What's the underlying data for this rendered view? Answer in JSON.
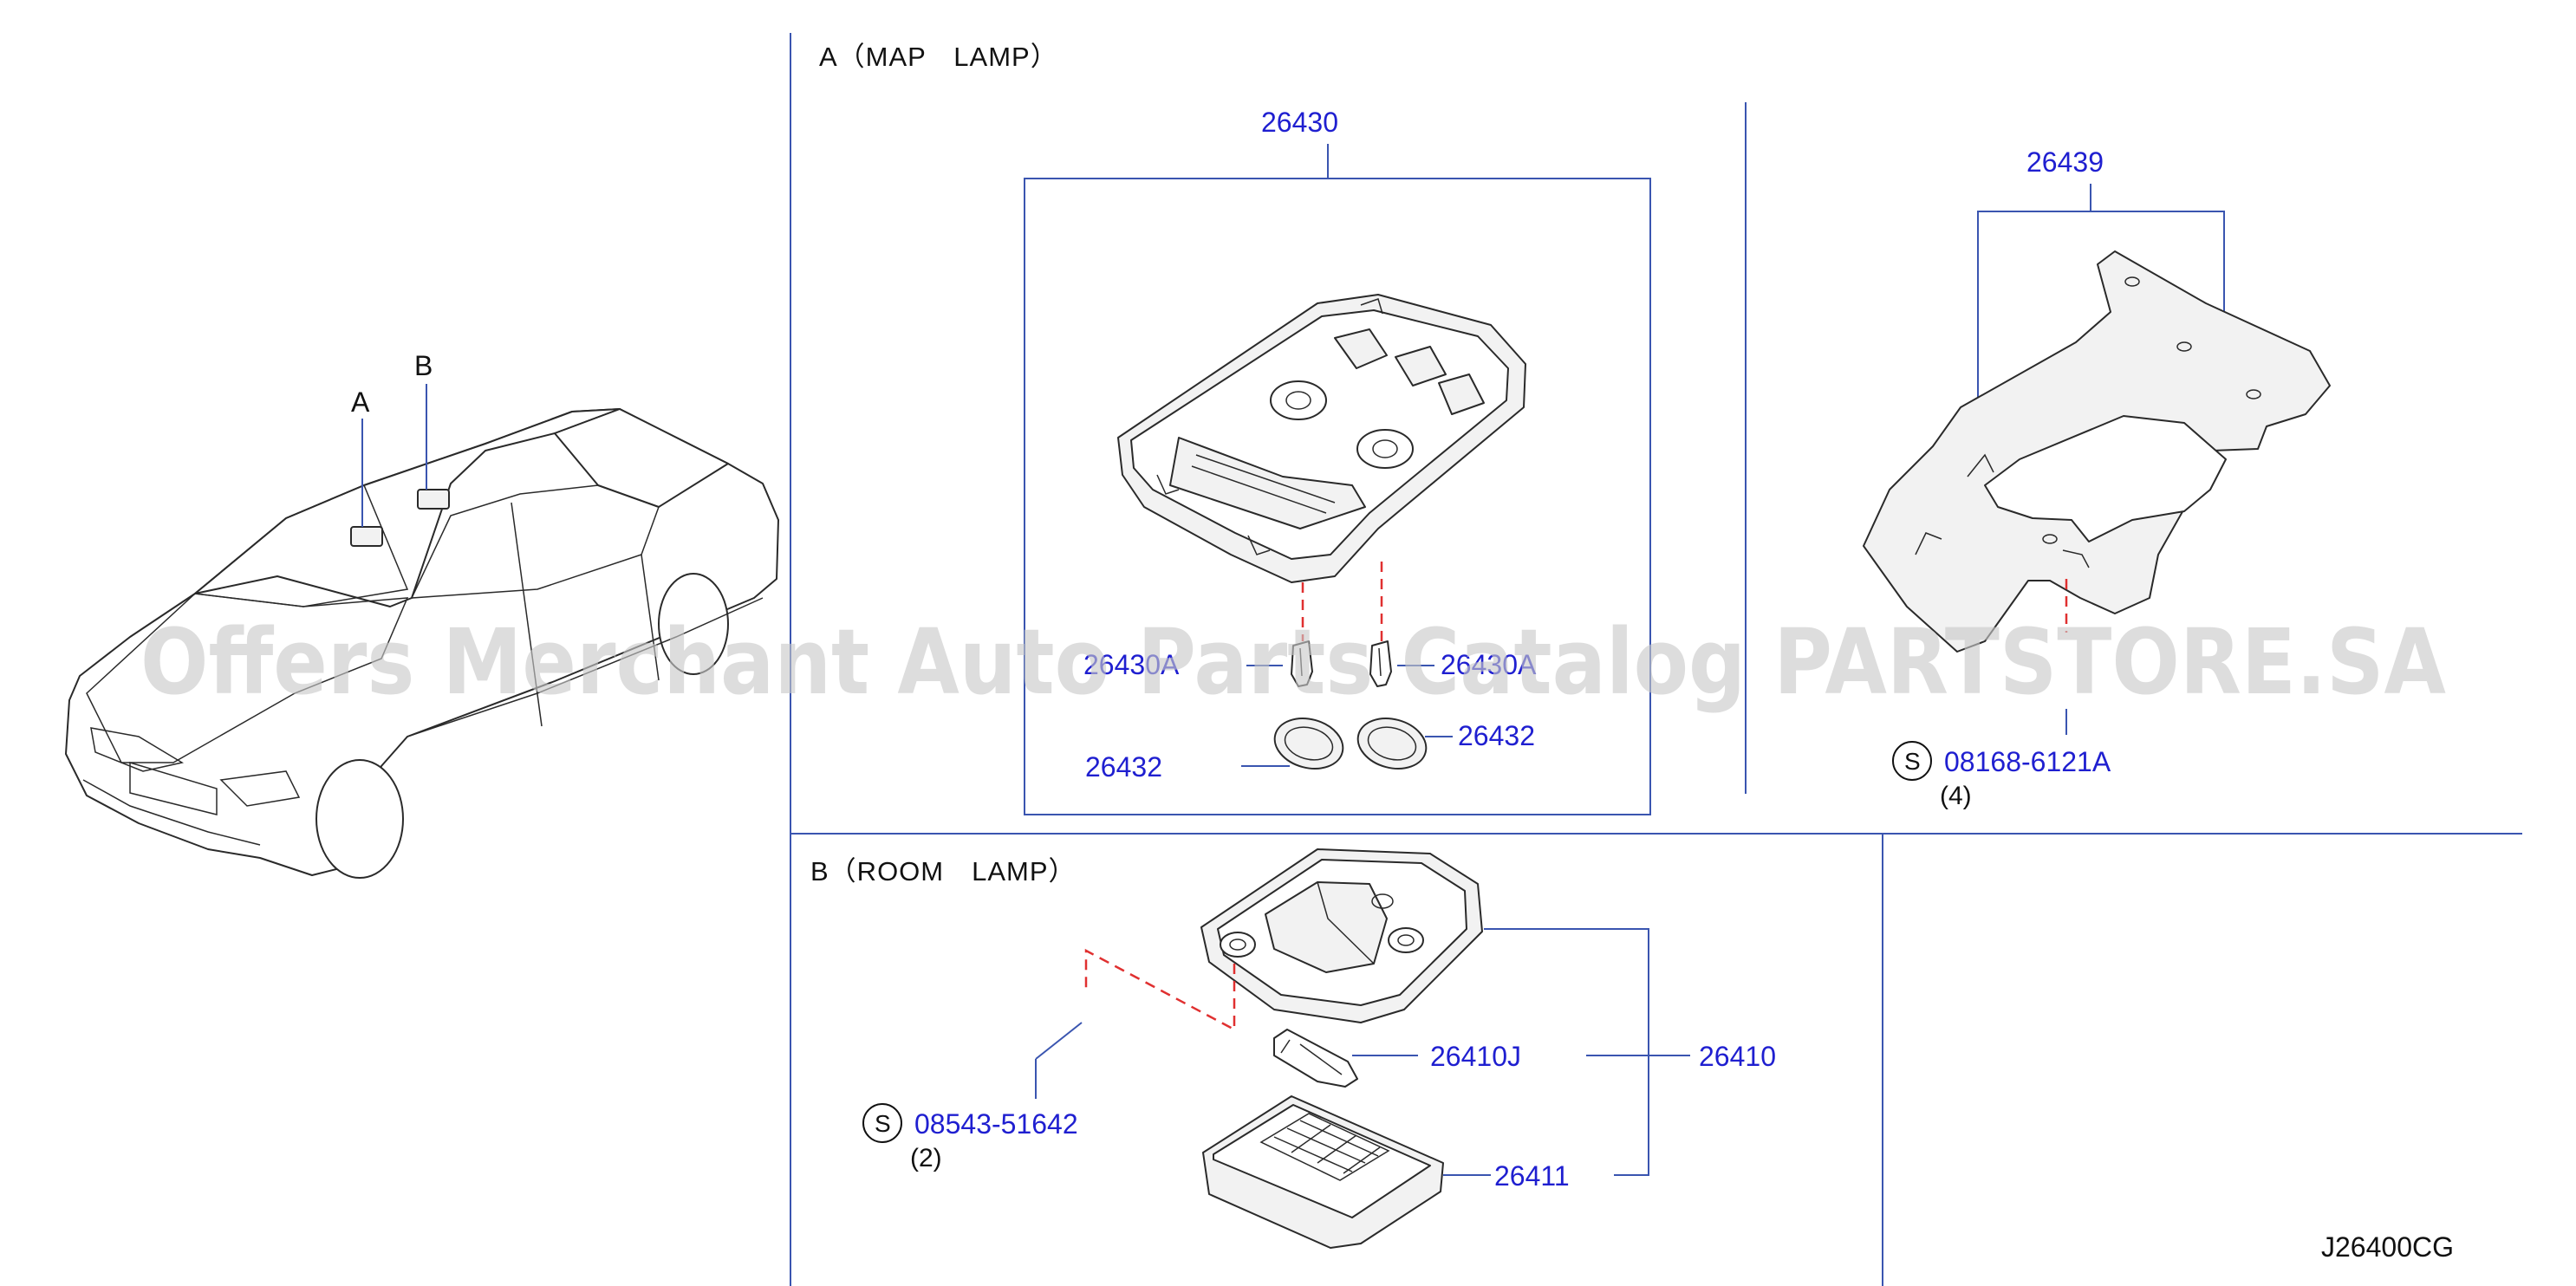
{
  "sections": {
    "map_lamp": {
      "title": "A（MAP　LAMP）"
    },
    "room_lamp": {
      "title": "B（ROOM　LAMP）"
    }
  },
  "car": {
    "label_a": "A",
    "label_b": "B"
  },
  "parts": {
    "p26430": "26430",
    "p26430a_left": "26430A",
    "p26430a_right": "26430A",
    "p26432_left": "26432",
    "p26432_right": "26432",
    "p26439": "26439",
    "s08168": "08168-6121A",
    "s08168_qty": "(4)",
    "s08543": "08543-51642",
    "s08543_qty": "(2)",
    "p26410j": "26410J",
    "p26410": "26410",
    "p26411": "26411"
  },
  "symbols": {
    "standard_part": "S"
  },
  "drawing_number": "J26400CG",
  "watermark": "Offers Merchant Auto Parts Catalog PARTSTORE.SA"
}
